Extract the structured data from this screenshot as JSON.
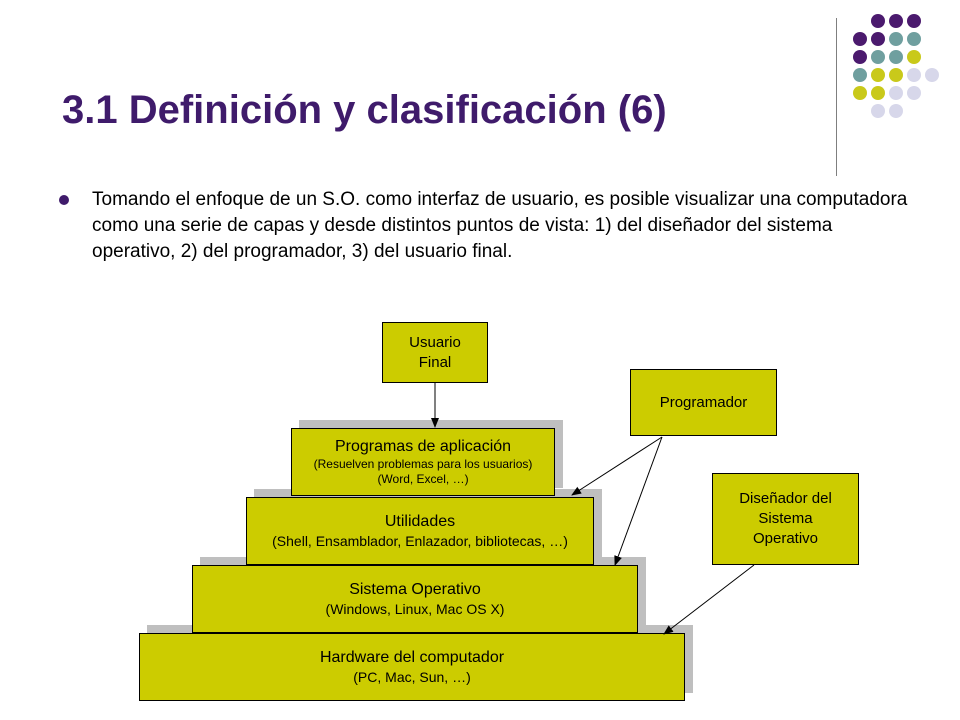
{
  "slide": {
    "title": "3.1 Definición y clasificación (6)",
    "bullet": "Tomando el enfoque de un S.O. como interfaz de usuario, es posible visualizar una computadora como una serie de capas y desde distintos puntos de vista: 1) del diseñador del sistema operativo, 2) del programador, 3) del usuario final."
  },
  "colors": {
    "title": "#3f1b6b",
    "box_fill": "#cccc00",
    "shadow": "#bfbfbf",
    "dot_purple": "#4b1a6e",
    "dot_teal": "#6f9f9f",
    "dot_yellow": "#c9c91a",
    "dot_lavender": "#d7d7ea"
  },
  "diagram": {
    "layers": [
      {
        "name": "Programas de aplicación",
        "detail1": "(Resuelven problemas para los usuarios)",
        "detail2": "(Word, Excel, …)"
      },
      {
        "name": "Utilidades",
        "detail1": "(Shell, Ensamblador, Enlazador, bibliotecas, …)"
      },
      {
        "name": "Sistema Operativo",
        "detail1": "(Windows, Linux, Mac OS X)"
      },
      {
        "name": "Hardware del computador",
        "detail1": "(PC, Mac, Sun, …)"
      }
    ],
    "roles": {
      "user_line1": "Usuario",
      "user_line2": "Final",
      "programmer": "Programador",
      "designer_line1": "Diseñador del",
      "designer_line2": "Sistema",
      "designer_line3": "Operativo"
    }
  }
}
